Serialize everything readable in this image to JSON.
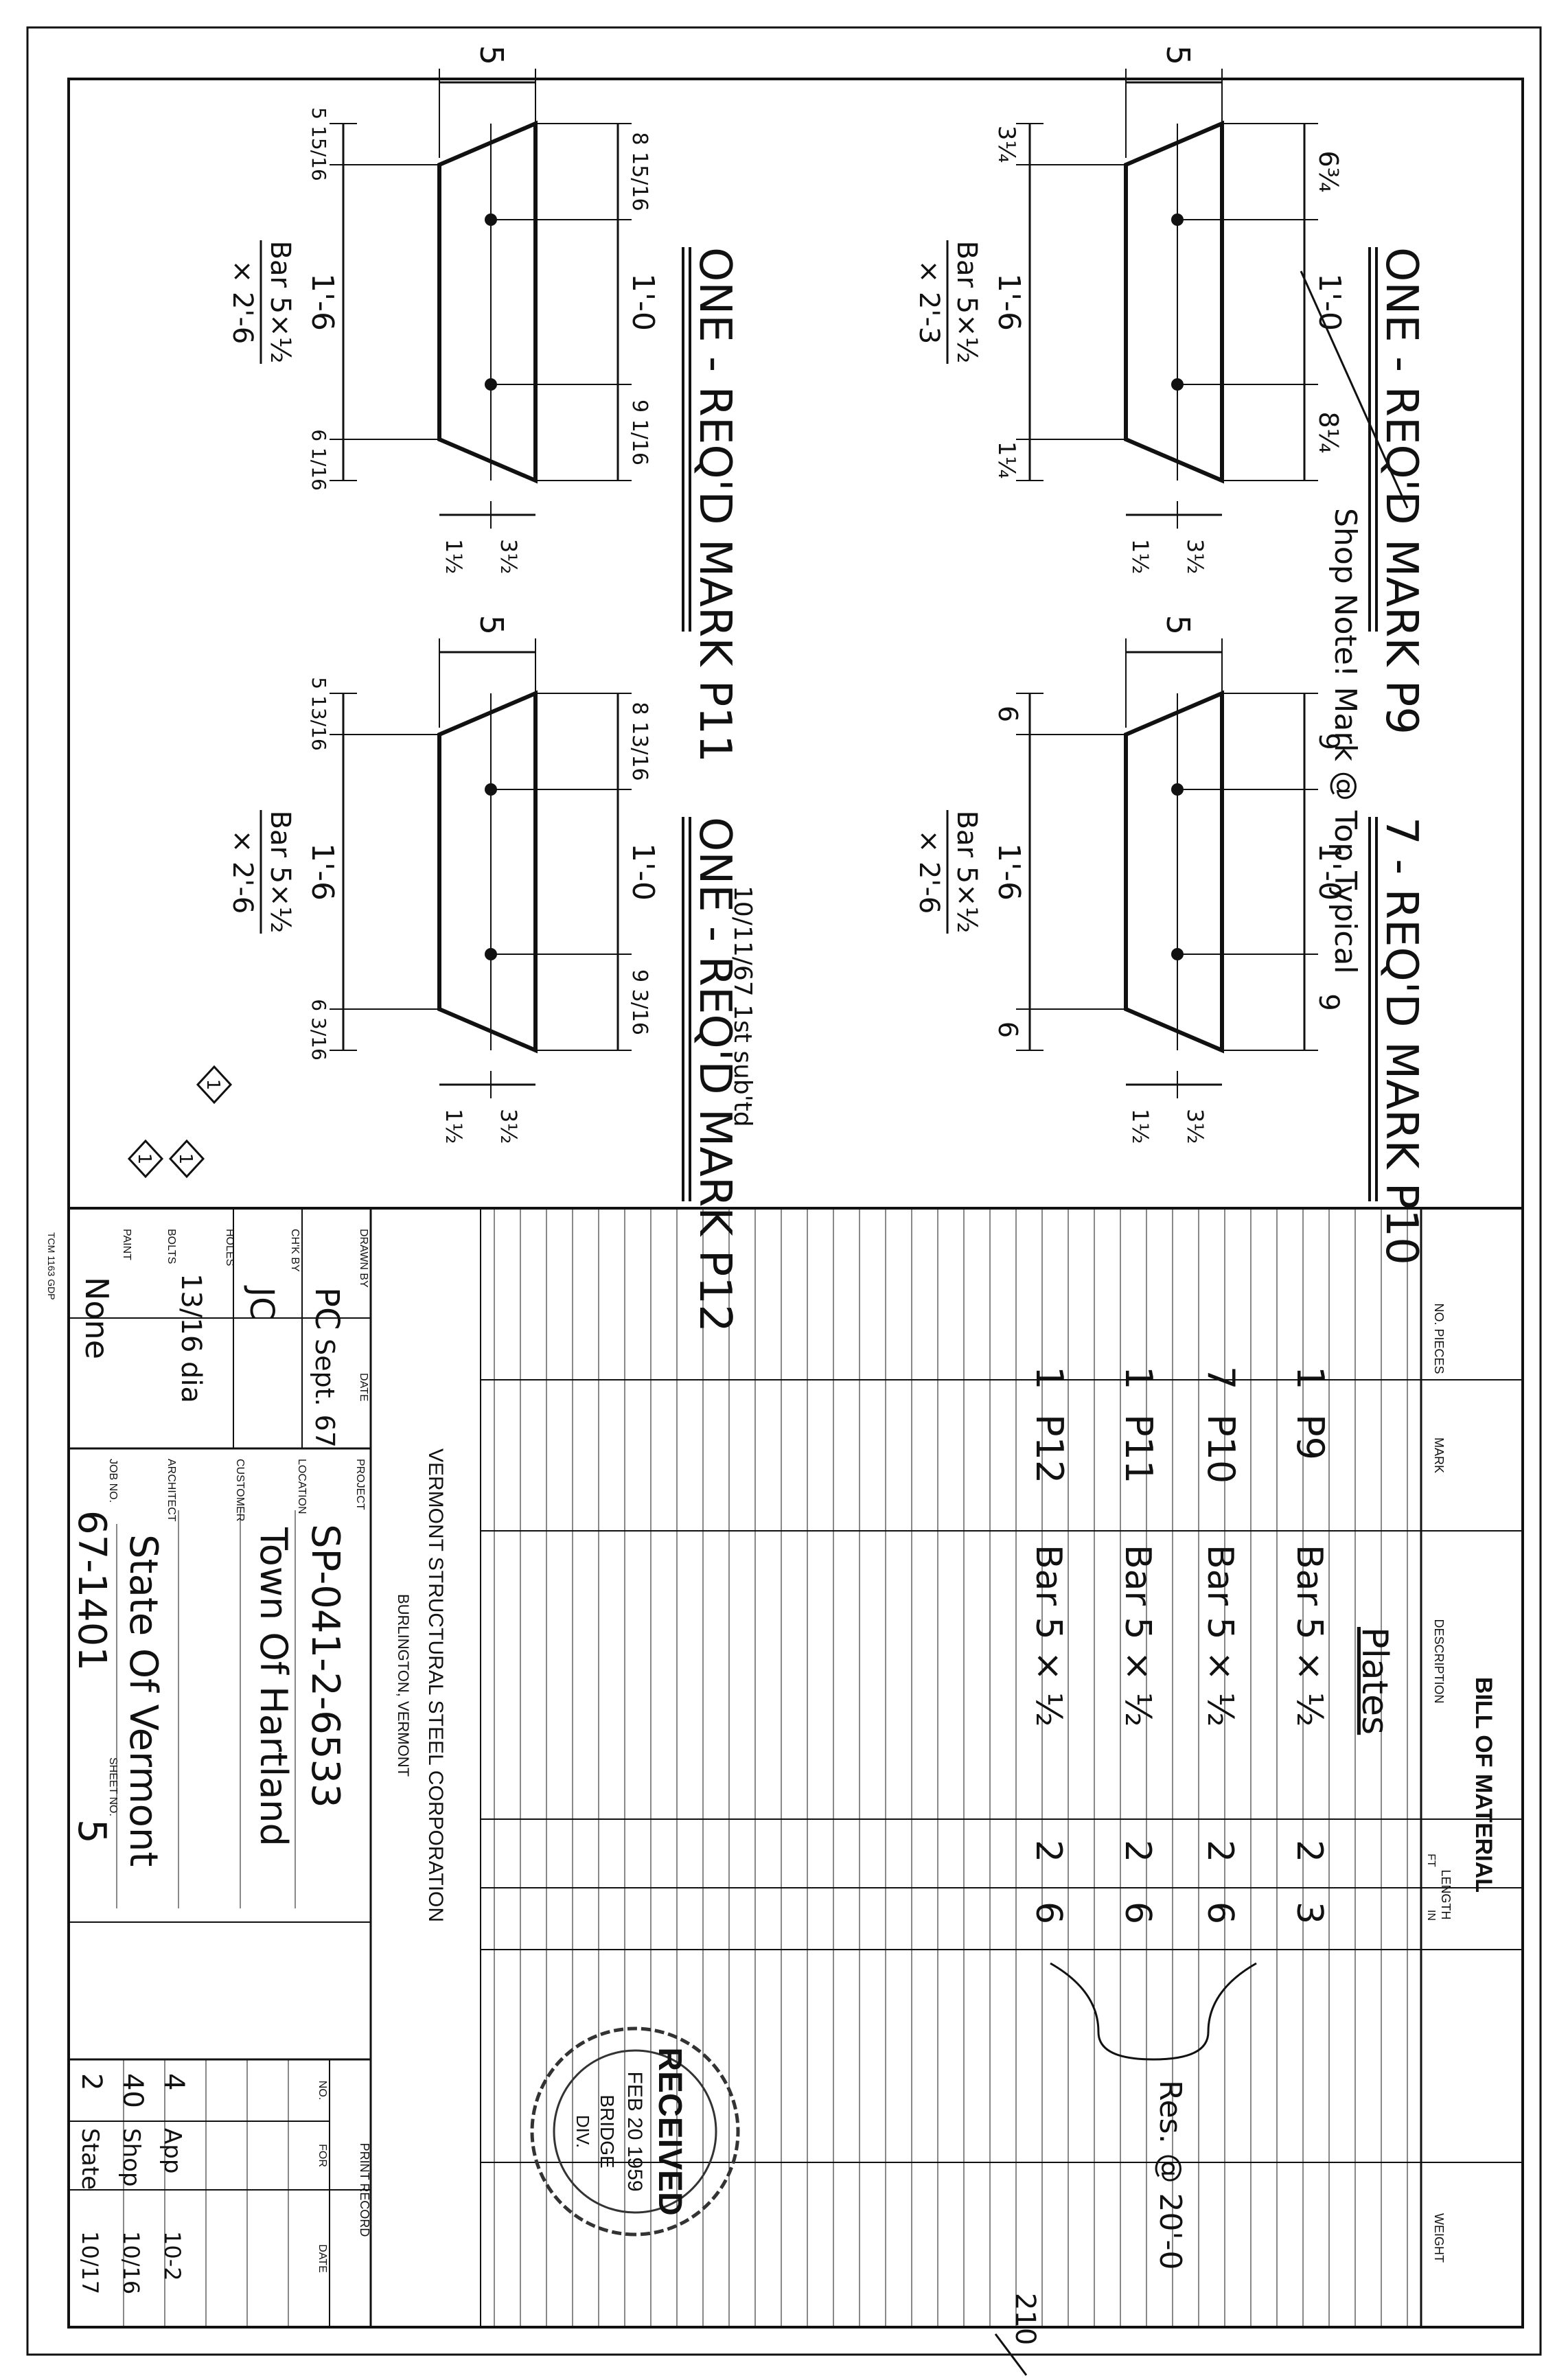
{
  "drawings": {
    "p9": {
      "title": "ONE - REQ'D MARK P9",
      "stock": "Bar 5×½",
      "length": "× 2'-3",
      "top_left": "6¾",
      "top_mid": "1'-0",
      "top_right": "8¼",
      "bot_left": "3¼",
      "bot_mid": "1'-6",
      "bot_right": "1¼",
      "height": "5",
      "hole_offset": "3½",
      "edge": "1½",
      "shop_note": "Shop Note! Mark @ Top Typical"
    },
    "p10": {
      "title": "7 - REQ'D MARK P10",
      "stock": "Bar 5×½",
      "length": "× 2'-6",
      "top_left": "9",
      "top_mid": "1'-0",
      "top_right": "9",
      "bot_left": "6",
      "bot_mid": "1'-6",
      "bot_right": "6",
      "height": "5",
      "hole_offset": "3½",
      "edge": "1½"
    },
    "p11": {
      "title": "ONE - REQ'D MARK P11",
      "stock": "Bar 5×½",
      "length": "× 2'-6",
      "top_left": "8 15/16",
      "top_mid": "1'-0",
      "top_right": "9 1/16",
      "bot_left": "5 15/16",
      "bot_mid": "1'-6",
      "bot_right": "6 1/16",
      "height": "5",
      "hole_offset": "3½",
      "edge": "1½"
    },
    "p12": {
      "title": "ONE - REQ'D MARK P12",
      "stock": "Bar 5×½",
      "length": "× 2'-6",
      "top_left": "8 13/16",
      "top_mid": "1'-0",
      "top_right": "9 3/16",
      "bot_left": "5 13/16",
      "bot_mid": "1'-6",
      "bot_right": "6 3/16",
      "height": "5",
      "hole_offset": "3½",
      "edge": "1½",
      "revision_note": "10/11/67 1st sub'td"
    }
  },
  "revision_mark": "1",
  "bill": {
    "title": "BILL OF MATERIAL",
    "headers": {
      "pieces": "NO. PIECES",
      "mark": "MARK",
      "description": "DESCRIPTION",
      "length": "LENGTH",
      "ft": "FT",
      "in": "IN",
      "weight": "WEIGHT"
    },
    "section_label": "Plates",
    "rows": [
      {
        "pieces": "1",
        "mark": "P9",
        "description": "Bar 5 × ½",
        "ft": "2",
        "in": "3"
      },
      {
        "pieces": "7",
        "mark": "P10",
        "description": "Bar 5 × ½",
        "ft": "2",
        "in": "6"
      },
      {
        "pieces": "1",
        "mark": "P11",
        "description": "Bar 5 × ½",
        "ft": "2",
        "in": "6"
      },
      {
        "pieces": "1",
        "mark": "P12",
        "description": "Bar 5 × ½",
        "ft": "2",
        "in": "6"
      }
    ],
    "bracket_note": "Res. @ 20'-0",
    "weight_total": "210"
  },
  "title_block": {
    "company": "VERMONT STRUCTURAL STEEL CORPORATION",
    "city": "BURLINGTON, VERMONT",
    "drawn_by_label": "DRAWN BY",
    "drawn_by": "PC",
    "checked_by_label": "CH'K BY",
    "checked_by": "JC",
    "date_label": "DATE",
    "date": "Sept. 67",
    "holes_label": "HOLES",
    "holes": "13/16 dia",
    "bolts_label": "BOLTS",
    "bolts": "",
    "paint_label": "PAINT",
    "paint": "None",
    "project_label": "PROJECT",
    "project": "SP-041-2-6533",
    "location_label": "LOCATION",
    "location": "Town Of Hartland",
    "customer_label": "CUSTOMER",
    "customer": "",
    "architect_label": "ARCHITECT",
    "architect": "State Of Vermont",
    "job_label": "JOB NO.",
    "job": "67-1401",
    "sheet_label": "SHEET NO.",
    "sheet": "5"
  },
  "print_record": {
    "title": "PRINT RECORD",
    "headers": [
      "NO.",
      "FOR",
      "DATE"
    ],
    "rows": [
      {
        "no": "4",
        "for": "App",
        "date": "10-2"
      },
      {
        "no": "40",
        "for": "Shop",
        "date": "10/16"
      },
      {
        "no": "2",
        "for": "State",
        "date": "10/17"
      }
    ]
  },
  "stamp": {
    "main": "RECEIVED",
    "date": "FEB 20 1959",
    "dept": "BRIDGE",
    "div": "DIV."
  },
  "form_number": "TCM 1163 GDP"
}
